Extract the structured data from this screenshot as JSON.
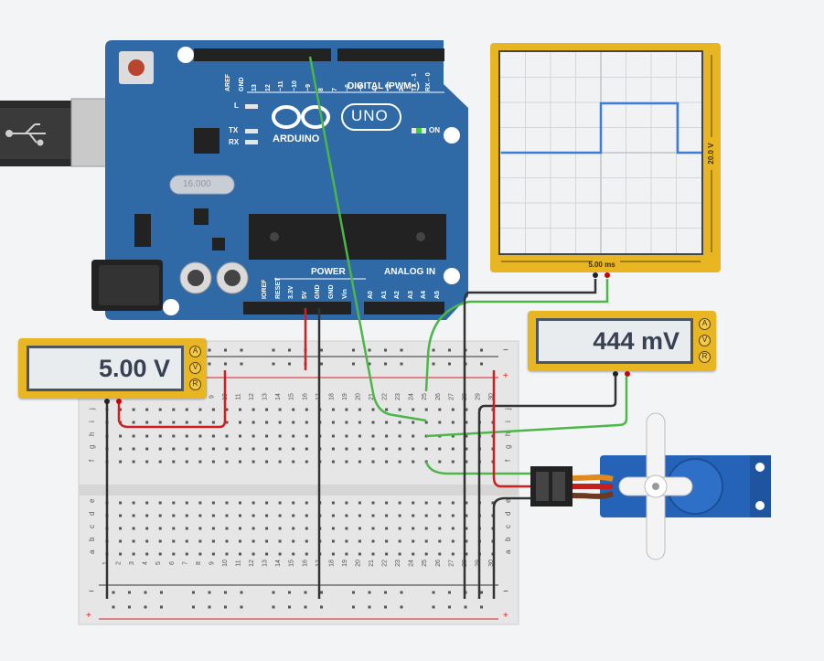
{
  "arduino": {
    "brand": "ARDUINO",
    "model": "UNO",
    "digital_header": "DIGITAL (PWM~)",
    "power_label": "POWER",
    "analog_label": "ANALOG IN",
    "on_label": "ON",
    "led_labels": [
      "L",
      "TX",
      "RX"
    ],
    "crystal": "16.000",
    "top_pins": [
      "AREF",
      "GND",
      "13",
      "12",
      "~11",
      "~10",
      "~9",
      "8",
      "7",
      "~6",
      "~5",
      "4",
      "~3",
      "2",
      "TX→1",
      "RX←0"
    ],
    "power_pins": [
      "IOREF",
      "RESET",
      "3.3V",
      "5V",
      "GND",
      "GND",
      "Vin"
    ],
    "analog_pins": [
      "A0",
      "A1",
      "A2",
      "A3",
      "A4",
      "A5"
    ]
  },
  "oscilloscope": {
    "time_label": "5.00 ms",
    "volt_label": "20.0 V",
    "trace_color": "#3b7dd8"
  },
  "meters": [
    {
      "value": "5.00 V",
      "modes": [
        "A",
        "V",
        "R"
      ]
    },
    {
      "value": "444 mV",
      "modes": [
        "A",
        "V",
        "R"
      ]
    }
  ],
  "breadboard": {
    "columns": [
      "1",
      "2",
      "3",
      "4",
      "5",
      "6",
      "7",
      "8",
      "9",
      "10",
      "11",
      "12",
      "13",
      "14",
      "15",
      "16",
      "17",
      "18",
      "19",
      "20",
      "21",
      "22",
      "23",
      "24",
      "25",
      "26",
      "27",
      "28",
      "29",
      "30"
    ],
    "rows_top": [
      "j",
      "i",
      "h",
      "g",
      "f"
    ],
    "rows_bottom": [
      "e",
      "d",
      "c",
      "b",
      "a"
    ],
    "rail_minus": "−",
    "rail_plus": "+"
  },
  "colors": {
    "board": "#2f6aa6",
    "wire_green": "#4cb648",
    "wire_red": "#d11f1f",
    "wire_black": "#333333",
    "meter_yellow": "#e8b622",
    "servo_blue": "#2563b8"
  }
}
